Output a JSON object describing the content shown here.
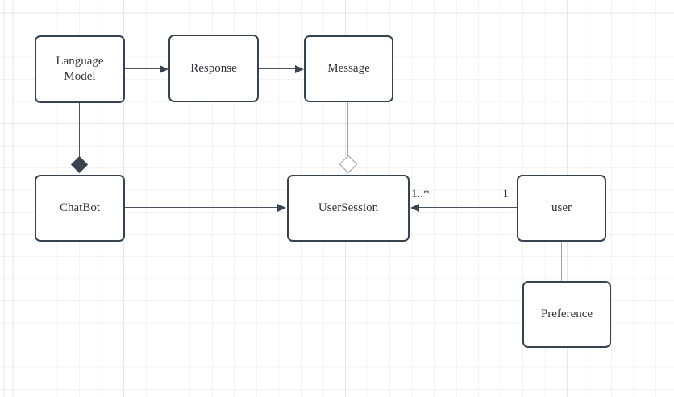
{
  "nodes": {
    "language_model": {
      "label": "Language Model"
    },
    "response": {
      "label": "Response"
    },
    "message": {
      "label": "Message"
    },
    "chatbot": {
      "label": "ChatBot"
    },
    "user_session": {
      "label": "UserSession"
    },
    "user": {
      "label": "user"
    },
    "preference": {
      "label": "Preference"
    }
  },
  "edges": {
    "language_model_to_response": {
      "from": "Language Model",
      "to": "Response",
      "style": "arrow"
    },
    "response_to_message": {
      "from": "Response",
      "to": "Message",
      "style": "arrow"
    },
    "language_model_to_chatbot": {
      "from": "Language Model",
      "to": "ChatBot",
      "style": "composition-filled-diamond"
    },
    "message_to_user_session": {
      "from": "Message",
      "to": "UserSession",
      "style": "aggregation-hollow-diamond"
    },
    "chatbot_to_user_session": {
      "from": "ChatBot",
      "to": "UserSession",
      "style": "arrow"
    },
    "user_to_user_session": {
      "from": "user",
      "to": "UserSession",
      "style": "arrow",
      "target_multiplicity": "1..*",
      "source_multiplicity": "1"
    },
    "user_to_preference": {
      "from": "user",
      "to": "Preference",
      "style": "line"
    }
  },
  "colors": {
    "background": "#ffffff",
    "grid_minor": "#f3f3f5",
    "grid_major": "#e7e7ea",
    "node_fill": "#ffffff",
    "node_border": "#364350",
    "edge_dark": "#4a535e",
    "edge_gray": "#9ba1a8",
    "diamond_fill": "#3a4450",
    "text": "#2e3338"
  }
}
